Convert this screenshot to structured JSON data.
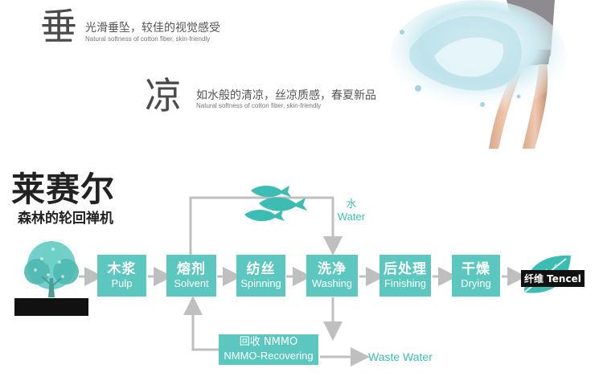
{
  "features": [
    {
      "char": "垂",
      "cn": "光滑垂坠，较佳的视觉感受",
      "en": "Natural softness of cotton fiber, skin-friendly"
    },
    {
      "char": "凉",
      "cn": "如水般的清凉，丝凉质感，春夏新品",
      "en": "Natural softness of cotton fiber, skin-friendly"
    }
  ],
  "process": {
    "title": "莱赛尔",
    "subtitle": "森林的轮回禅机",
    "steps": [
      {
        "cn": "木浆",
        "en": "Pulp"
      },
      {
        "cn": "熔剂",
        "en": "Solvent"
      },
      {
        "cn": "纺丝",
        "en": "Spinning"
      },
      {
        "cn": "洗净",
        "en": "Washing"
      },
      {
        "cn": "后处理",
        "en": "Finishing"
      },
      {
        "cn": "干燥",
        "en": "Drying"
      }
    ],
    "water": {
      "cn": "水",
      "en": "Water"
    },
    "recover": {
      "cn": "回收 NMMO",
      "en": "NMMO-Recovering"
    },
    "waste": "Waste Water",
    "product": "纤维 Tencel"
  },
  "colors": {
    "teal": "#5bc7bf",
    "arrow": "#bfbfbf",
    "dark": "#111111"
  },
  "icons": [
    "tree-icon",
    "fish-icon",
    "leaf-icon",
    "arrow-icon"
  ]
}
